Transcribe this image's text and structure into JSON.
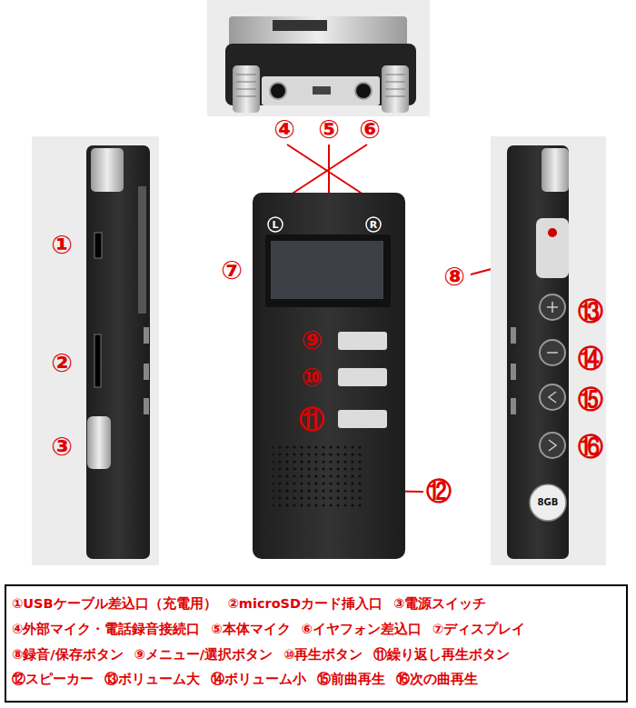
{
  "diagram": {
    "labels": [
      "④",
      "⑤",
      "⑥",
      "L",
      "R",
      "①",
      "⑦",
      "⑧",
      "⑬",
      "⑨",
      "②",
      "⑭",
      "⑩",
      "⑮",
      "⑪",
      "③",
      "⑯",
      "⑫",
      "8GB",
      "①USBケーブル差込口（充電用）",
      "②microSDカード挿入口",
      "③電源スイッチ",
      "④外部マイク・電話録音接続口",
      "⑤本体マイク",
      "⑥イヤフォン差込口",
      "⑦ディスプレイ",
      "⑧録音/保存ボタン",
      "⑨メニュー/選択ボタン",
      "⑩再生ボタン",
      "⑪繰り返し再生ボタン",
      "⑫スピーカー",
      "⑬ボリューム大",
      "⑭ボリューム小",
      "⑮前曲再生",
      "⑯次の曲再生"
    ]
  }
}
